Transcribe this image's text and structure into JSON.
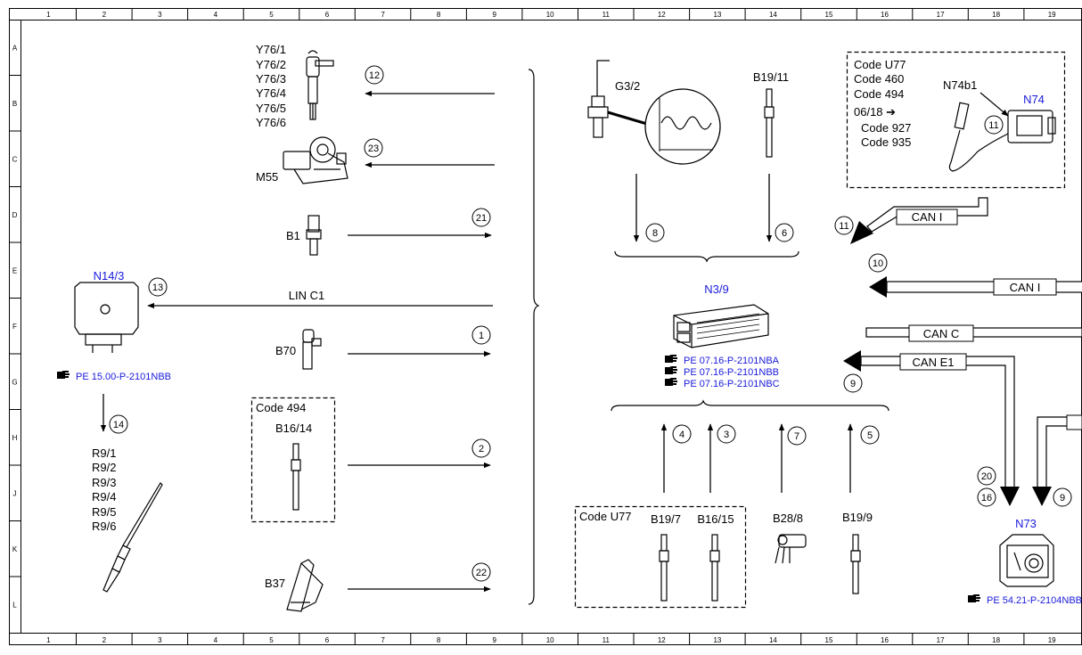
{
  "grid": {
    "columns": [
      "1",
      "2",
      "3",
      "4",
      "5",
      "6",
      "7",
      "8",
      "9",
      "10",
      "11",
      "12",
      "13",
      "14",
      "15",
      "16",
      "17",
      "18",
      "19"
    ],
    "rows": [
      "A",
      "B",
      "C",
      "D",
      "E",
      "F",
      "G",
      "H",
      "J",
      "K",
      "L"
    ]
  },
  "colors": {
    "line": "#000000",
    "link": "#1a1adc",
    "background": "#ffffff"
  },
  "components": {
    "y76_labels": [
      "Y76/1",
      "Y76/2",
      "Y76/3",
      "Y76/4",
      "Y76/5",
      "Y76/6"
    ],
    "m55": "M55",
    "b1": "B1",
    "b70": "B70",
    "b37": "B37",
    "b16_14": "B16/14",
    "code_494": "Code 494",
    "n14_3": "N14/3",
    "lin_c1": "LIN C1",
    "r9_labels": [
      "R9/1",
      "R9/2",
      "R9/3",
      "R9/4",
      "R9/5",
      "R9/6"
    ],
    "g3_2": "G3/2",
    "b19_11": "B19/11",
    "n3_9": "N3/9",
    "n3_9_refs": [
      "PE 07.16-P-2101NBA",
      "PE 07.16-P-2101NBB",
      "PE 07.16-P-2101NBC"
    ],
    "n14_3_ref": "PE 15.00-P-2101NBB",
    "n73": "N73",
    "n73_ref": "PE 54.21-P-2104NBB",
    "code_u77_box": [
      "Code U77",
      "Code 460",
      "Code 494",
      "06/18 ➔",
      "Code 927",
      "Code 935"
    ],
    "n74b1": "N74b1",
    "n74": "N74",
    "can_i": "CAN I",
    "can_c": "CAN C",
    "can_e1": "CAN E1",
    "code_u77": "Code U77",
    "b19_7": "B19/7",
    "b16_15": "B16/15",
    "b28_8": "B28/8",
    "b19_9": "B19/9"
  },
  "badges": {
    "b1": "1",
    "b2": "2",
    "b3": "3",
    "b4": "4",
    "b5": "5",
    "b6": "6",
    "b7": "7",
    "b8": "8",
    "b9": "9",
    "b10": "10",
    "b11": "11",
    "b12": "12",
    "b13": "13",
    "b14": "14",
    "b16": "16",
    "b20": "20",
    "b21": "21",
    "b22": "22",
    "b23": "23"
  },
  "icons": {
    "reference": "pointing-hand-icon"
  }
}
